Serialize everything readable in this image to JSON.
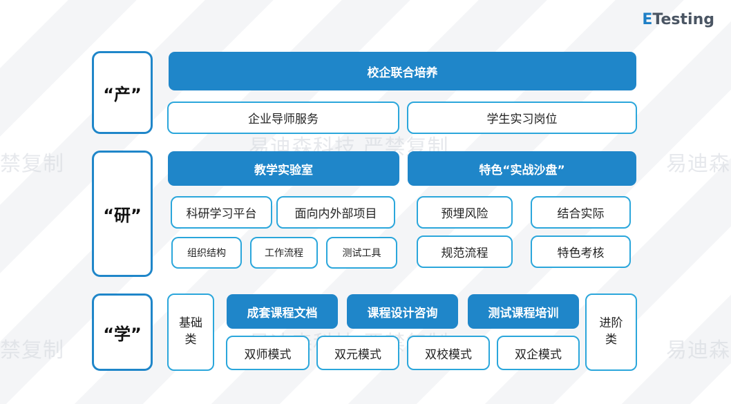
{
  "logo": {
    "mark": "E",
    "text": "Testing"
  },
  "watermarks": {
    "full": "易迪森科技 严禁复制",
    "part_a": "禁复制",
    "part_b": "易迪森"
  },
  "chan": {
    "label": "“产”",
    "header": "校企联合培养",
    "items": [
      "企业导师服务",
      "学生实习岗位"
    ]
  },
  "yan": {
    "label": "“研”",
    "lab": {
      "header": "教学实验室",
      "row1": [
        "科研学习平台",
        "面向内外部项目"
      ],
      "row2": [
        "组织结构",
        "工作流程",
        "测试工具"
      ]
    },
    "sandbox": {
      "header": "特色“实战沙盘”",
      "items": [
        "预埋风险",
        "结合实际",
        "规范流程",
        "特色考核"
      ]
    }
  },
  "xue": {
    "label": "“学”",
    "basic": "基础类",
    "advanced": "进阶类",
    "headers": [
      "成套课程文档",
      "课程设计咨询",
      "测试课程培训"
    ],
    "modes": [
      "双师模式",
      "双元模式",
      "双校模式",
      "双企模式"
    ]
  }
}
